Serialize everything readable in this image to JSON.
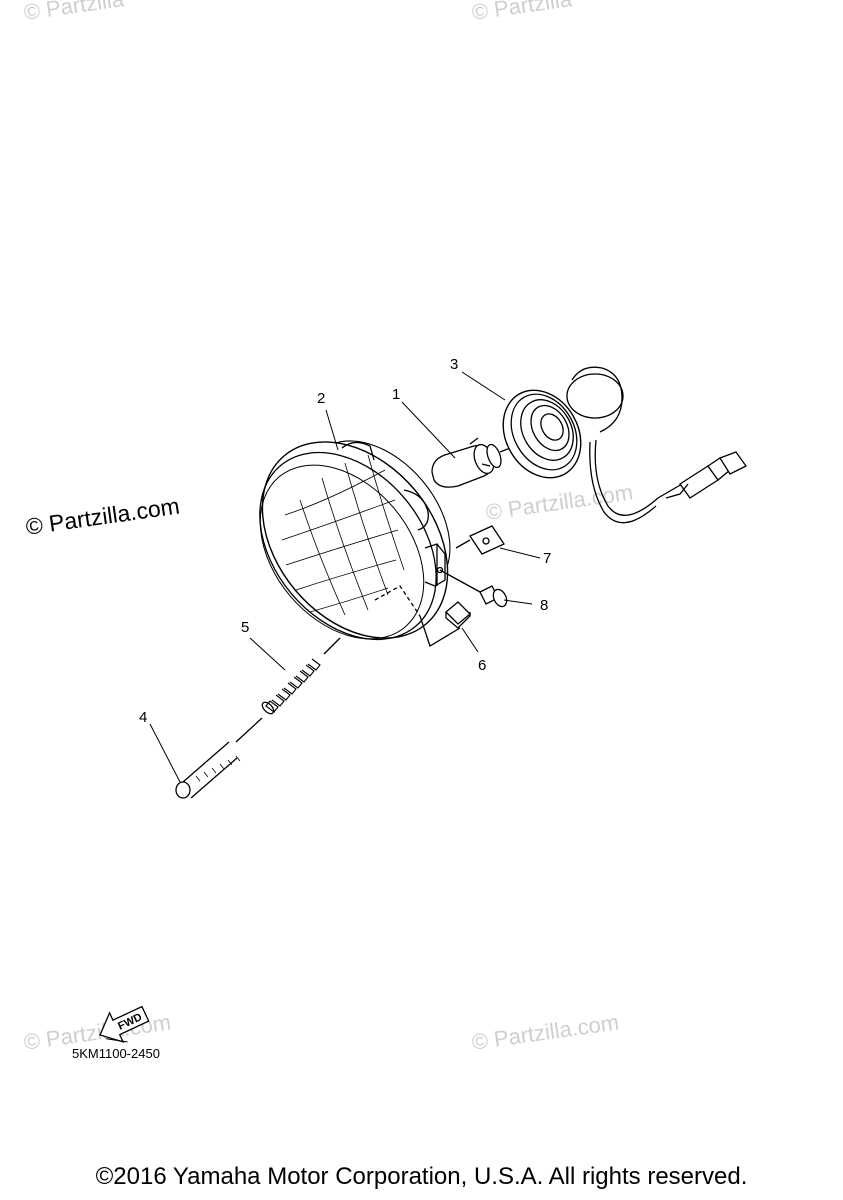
{
  "watermarks": {
    "top_left": "© Partzilla",
    "top_center": "© Partzilla",
    "side": "© Partzilla.com",
    "center": "© Partzilla.com",
    "bottom_left": "© Partzilla.com",
    "bottom_right": "© Partzilla.com"
  },
  "callouts": {
    "c1": "1",
    "c2": "2",
    "c3": "3",
    "c4": "4",
    "c5": "5",
    "c6": "6",
    "c7": "7",
    "c8": "8"
  },
  "fwd_label": "FWD",
  "diagram_code": "5KM1100-2450",
  "copyright": "©2016 Yamaha Motor Corporation, U.S.A. All rights reserved."
}
